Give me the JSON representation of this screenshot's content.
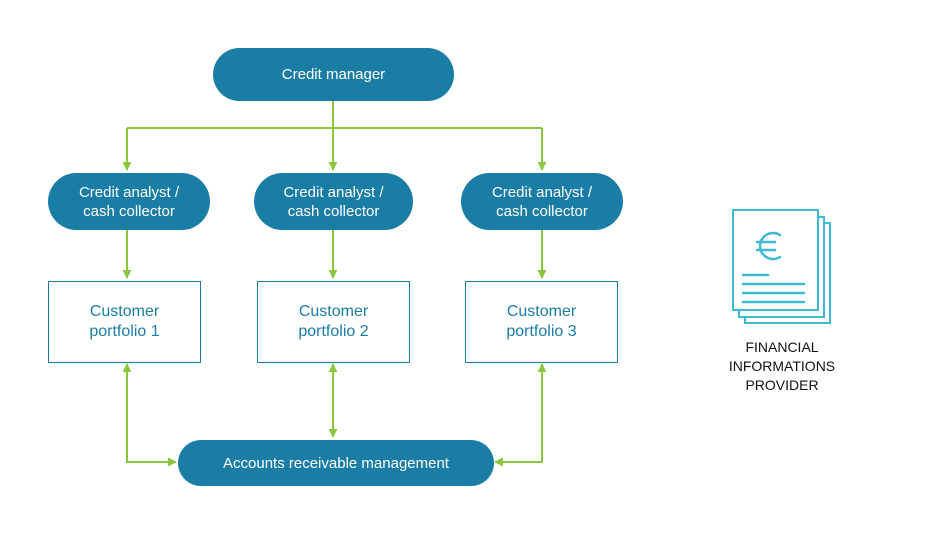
{
  "colors": {
    "node_fill": "#1a7da6",
    "node_text": "#ffffff",
    "connector": "#8cc63f",
    "box_border": "#1a7da6",
    "icon_stroke": "#3fb8d8"
  },
  "nodes": {
    "manager": "Credit manager",
    "analysts": [
      {
        "line1": "Credit analyst /",
        "line2": "cash collector"
      },
      {
        "line1": "Credit analyst /",
        "line2": "cash collector"
      },
      {
        "line1": "Credit analyst /",
        "line2": "cash collector"
      }
    ],
    "portfolios": [
      {
        "line1": "Customer",
        "line2": "portfolio 1"
      },
      {
        "line1": "Customer",
        "line2": "portfolio 2"
      },
      {
        "line1": "Customer",
        "line2": "portfolio 3"
      }
    ],
    "arm": "Accounts receivable management"
  },
  "provider": {
    "icon": "euro-document-stack-icon",
    "line1": "FINANCIAL",
    "line2": "INFORMATIONS",
    "line3": "PROVIDER"
  }
}
